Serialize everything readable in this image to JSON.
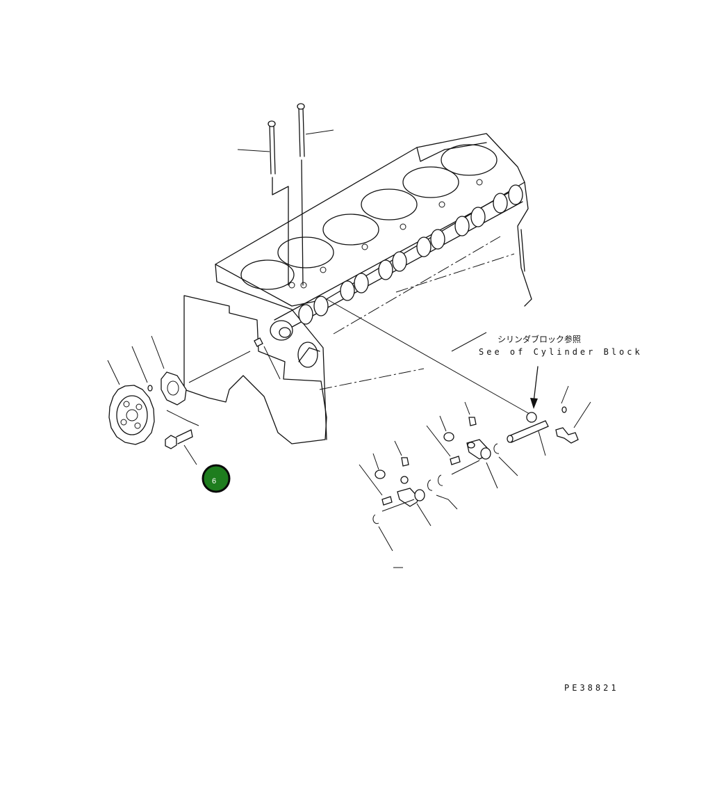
{
  "reference_note": {
    "japanese": "シリンダブロック参照",
    "english": "See of Cylinder Block"
  },
  "figure_code": "PE38821",
  "callouts": [
    {
      "number": "6",
      "color": "#1e7d1e"
    }
  ],
  "colors": {
    "line": "#111111",
    "background": "#ffffff",
    "callout_fill": "#1e7d1e",
    "callout_ring": "#0a0a0a"
  }
}
